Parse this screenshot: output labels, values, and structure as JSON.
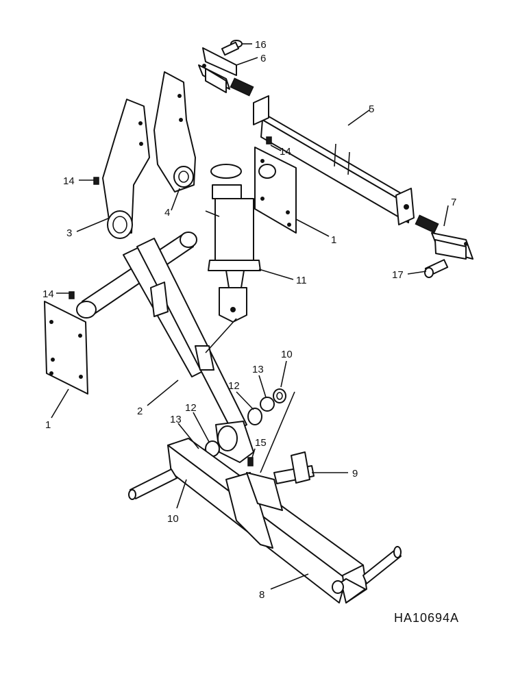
{
  "diagram": {
    "figure_id": "HA10694A",
    "callouts": {
      "c16": "16",
      "c6": "6",
      "c5": "5",
      "c14a": "14",
      "c14b": "14",
      "c3": "3",
      "c4": "4",
      "c1a": "1",
      "c7": "7",
      "c17": "17",
      "c11": "11",
      "c14c": "14",
      "c1b": "1",
      "c2": "2",
      "c10a": "10",
      "c13a": "13",
      "c12a": "12",
      "c13b": "13",
      "c12b": "12",
      "c15": "15",
      "c9": "9",
      "c10b": "10",
      "c8": "8"
    }
  }
}
